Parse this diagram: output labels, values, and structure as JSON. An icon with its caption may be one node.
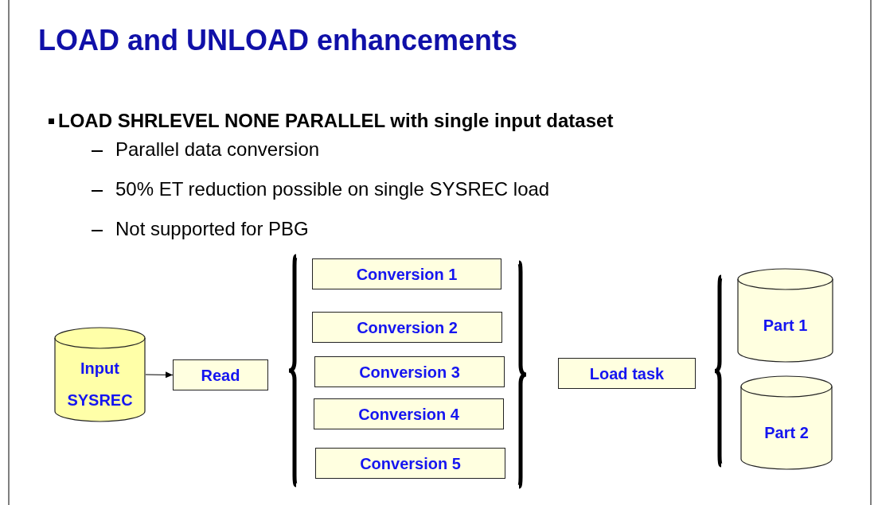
{
  "diagram": {
    "title": "LOAD and UNLOAD enhancements",
    "nodes": [
      {
        "text": [
          "Input SYSREC"
        ]
      },
      {
        "text": [
          "Read"
        ]
      },
      {
        "text": [
          "Conversion 1"
        ]
      },
      {
        "text": [
          "Conversion 2"
        ]
      },
      {
        "text": [
          "Conversion 3"
        ]
      },
      {
        "text": [
          "Conversion 4"
        ]
      },
      {
        "text": [
          "Conversion 5"
        ]
      },
      {
        "text": [
          "Load task"
        ]
      },
      {
        "text": [
          "Part 1"
        ]
      },
      {
        "text": [
          "Part 2"
        ]
      }
    ],
    "edges": [
      {
        "from": 0,
        "to": 1,
        "arrow": "to"
      }
    ],
    "labels": [
      "LOAD SHRLEVEL NONE PARALLEL with single input dataset",
      "Parallel data conversion",
      "50% ET reduction possible on single SYSREC load",
      "Not supported for PBG"
    ]
  }
}
